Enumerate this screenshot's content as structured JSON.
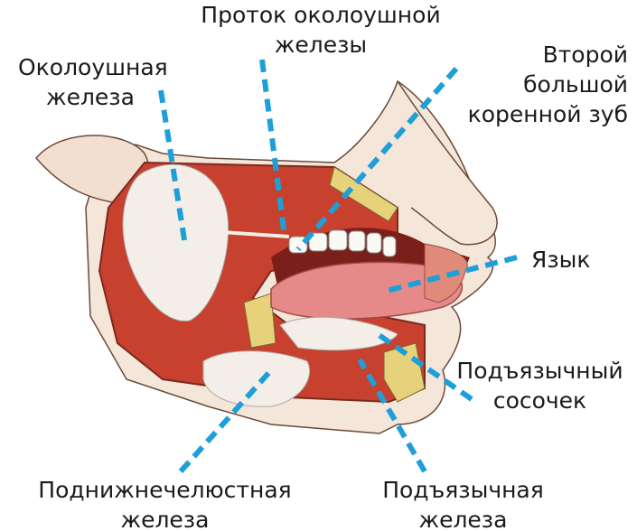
{
  "accent_color": "#1f9fd8",
  "labels": {
    "parotid_duct": [
      "Проток околоушной",
      "железы"
    ],
    "parotid_gland": [
      "Околоушная",
      "железа"
    ],
    "second_molar": [
      "Второй",
      "большой",
      "коренной зуб"
    ],
    "tongue": [
      "Язык"
    ],
    "sublingual_papilla": [
      "Подъязычный",
      "сосочек"
    ],
    "submandibular_gland": [
      "Поднижнечелюстная",
      "железа"
    ],
    "sublingual_gland": [
      "Подъязычная",
      "железа"
    ]
  }
}
